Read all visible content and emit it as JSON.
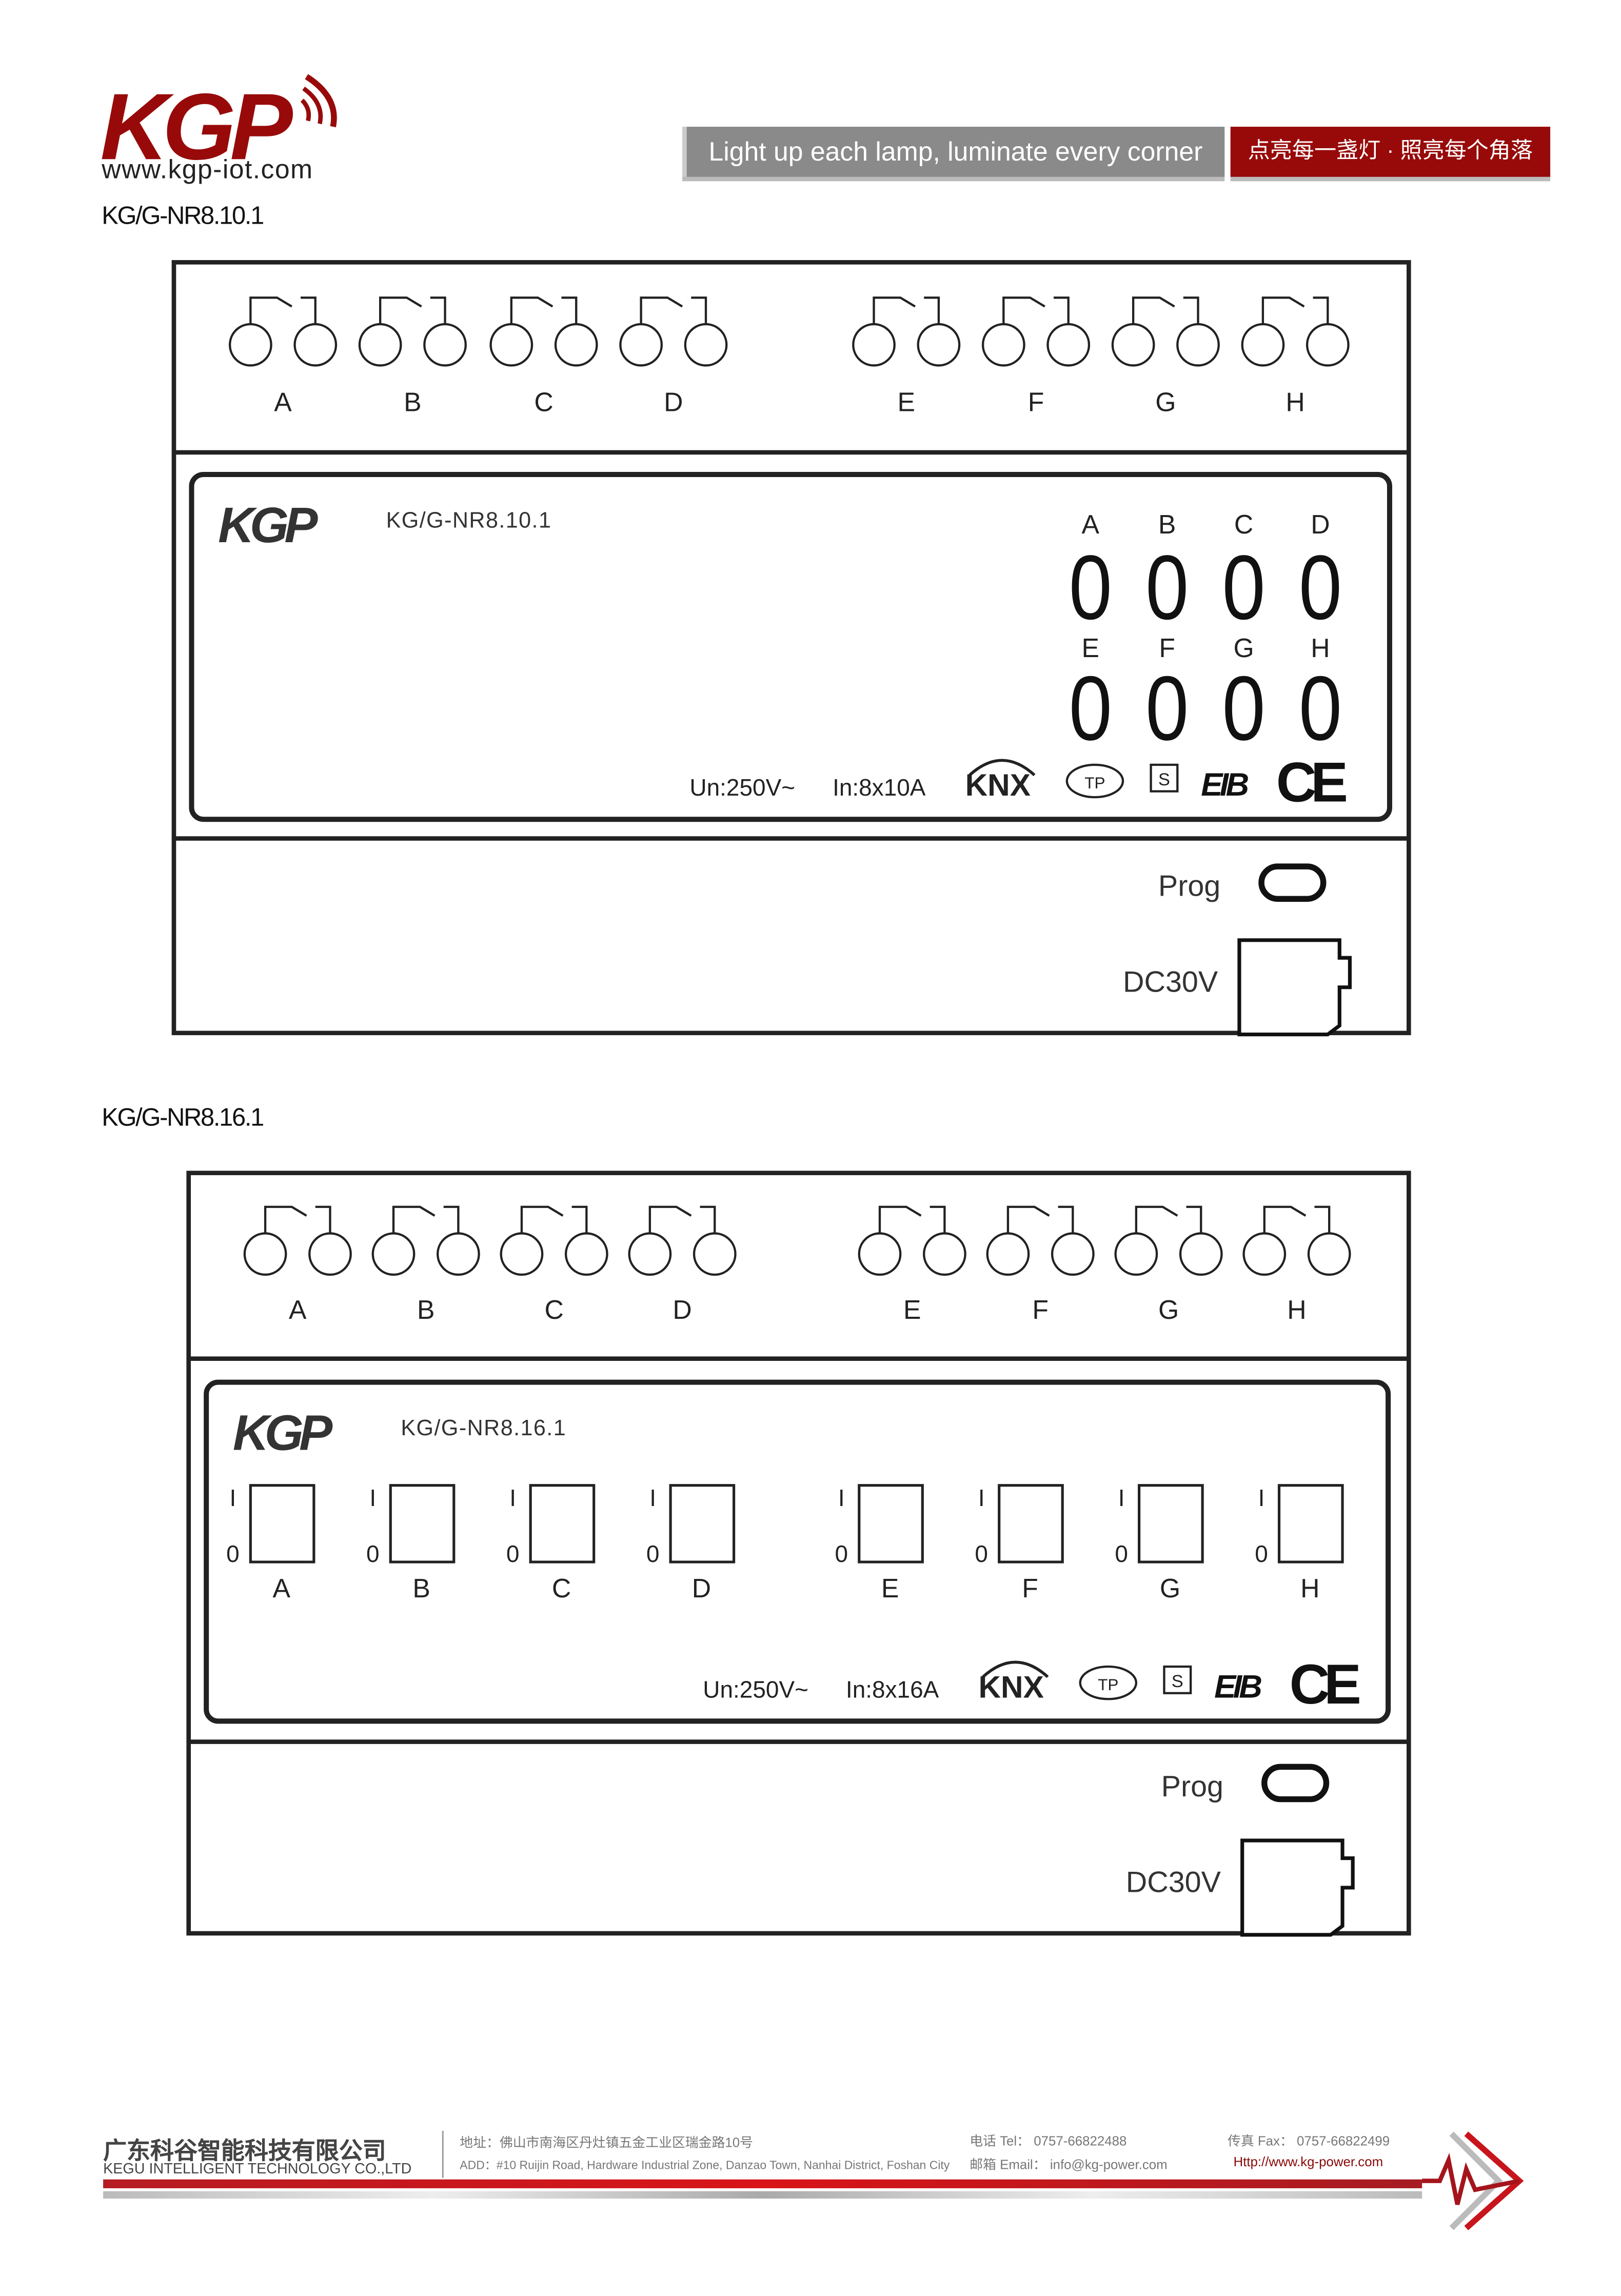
{
  "header": {
    "brand": "KGP",
    "website": "www.kgp-iot.com",
    "slogan_en": "Light up each lamp, luminate every corner",
    "slogan_cn": "点亮每一盏灯 · 照亮每个角落",
    "brand_color": "#980a0a"
  },
  "devices": [
    {
      "model_label": "KG/G-NR8.10.1",
      "panel_brand": "KGP",
      "panel_model": "KG/G-NR8.10.1",
      "channels": [
        "A",
        "B",
        "C",
        "D",
        "E",
        "F",
        "G",
        "H"
      ],
      "indicator_type": "digit-display",
      "digits": [
        "0",
        "0",
        "0",
        "0",
        "0",
        "0",
        "0",
        "0"
      ],
      "voltage": "Un:250V~",
      "current": "In:8x10A",
      "cert_knx": "KNX",
      "cert_tp": "TP",
      "cert_s": "S",
      "cert_eib": "EIB",
      "cert_ce": "CE",
      "prog_label": "Prog",
      "power_label": "DC30V"
    },
    {
      "model_label": "KG/G-NR8.16.1",
      "panel_brand": "KGP",
      "panel_model": "KG/G-NR8.16.1",
      "channels": [
        "A",
        "B",
        "C",
        "D",
        "E",
        "F",
        "G",
        "H"
      ],
      "indicator_type": "manual-switch",
      "switch_on_label": "I",
      "switch_off_label": "0",
      "voltage": "Un:250V~",
      "current": "In:8x16A",
      "cert_knx": "KNX",
      "cert_tp": "TP",
      "cert_s": "S",
      "cert_eib": "EIB",
      "cert_ce": "CE",
      "prog_label": "Prog",
      "power_label": "DC30V"
    }
  ],
  "footer": {
    "company_cn": "广东科谷智能科技有限公司",
    "company_en": "KEGU INTELLIGENT TECHNOLOGY CO.,LTD",
    "address_cn": "地址：佛山市南海区丹灶镇五金工业区瑞金路10号",
    "address_en": "ADD：#10 Ruijin Road, Hardware Industrial Zone, Danzao Town, Nanhai District, Foshan City",
    "tel": "电话 Tel： 0757-66822488",
    "email": "邮箱 Email： info@kg-power.com",
    "fax": "传真 Fax： 0757-66822499",
    "url": "Http://www.kg-power.com",
    "accent_color": "#c8141c"
  }
}
